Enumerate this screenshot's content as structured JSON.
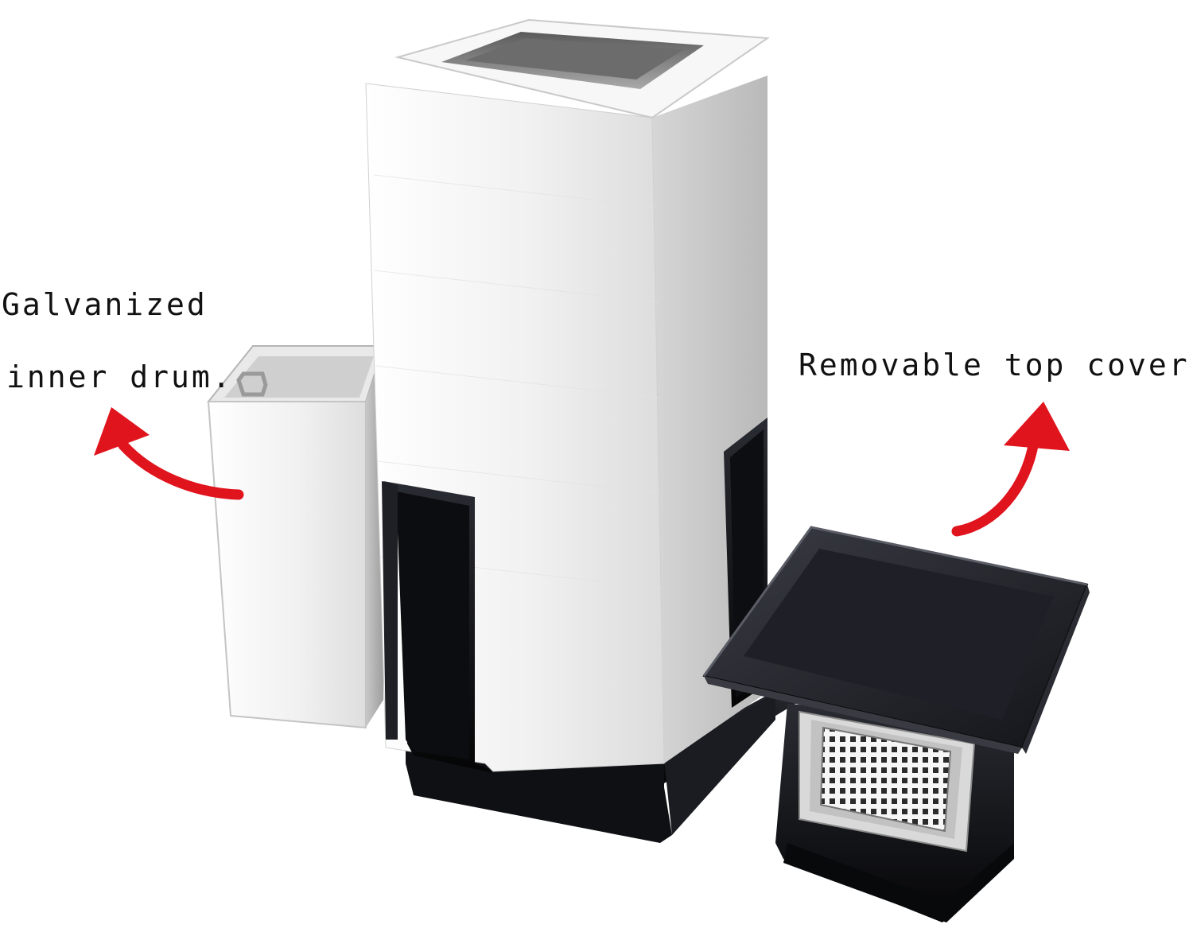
{
  "annotations": {
    "inner_drum_line1": "Galvanized",
    "inner_drum_line2": "inner drum.",
    "top_cover": "Removable top cover."
  },
  "colors": {
    "arrow": "#e0141d",
    "steel_light": "#f4f4f4",
    "steel_dark": "#bfbfbf",
    "black_trim": "#0e0f12",
    "text": "#111111"
  }
}
